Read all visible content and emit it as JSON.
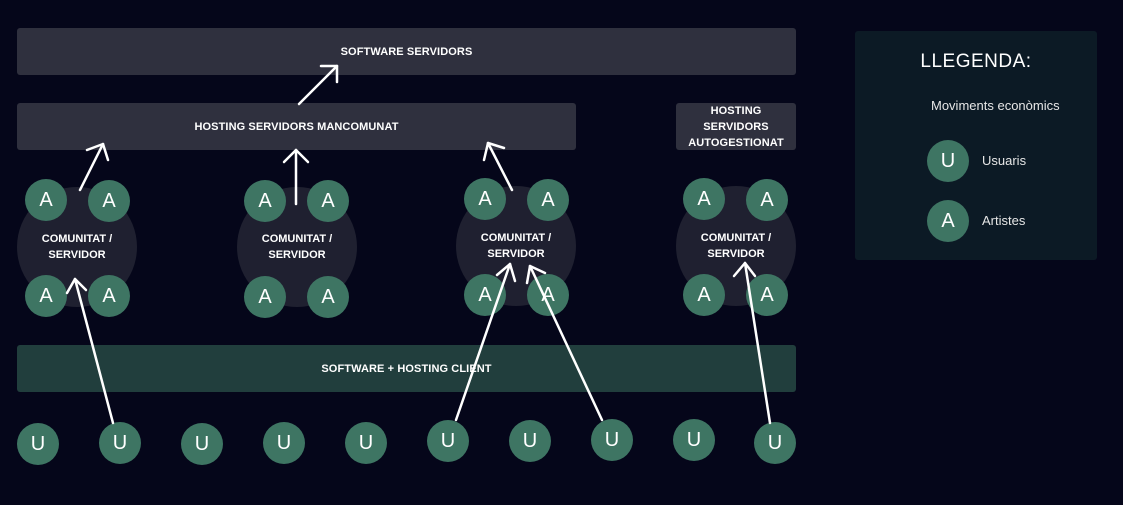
{
  "layers": {
    "software_servidors": "SOFTWARE SERVIDORS",
    "hosting_mancomunat": "HOSTING SERVIDORS MANCOMUNAT",
    "hosting_autogestionat": "HOSTING SERVIDORS AUTOGESTIONAT",
    "software_hosting_client": "SOFTWARE + HOSTING CLIENT"
  },
  "community_label": "COMUNITAT / SERVIDOR",
  "artist_letter": "A",
  "user_letter": "U",
  "legend": {
    "title": "LLEGENDA:",
    "items": [
      {
        "icon": "arrow-right-icon",
        "label": "Moviments econòmics"
      },
      {
        "icon": "user-badge-icon",
        "symbol": "U",
        "label": "Usuaris"
      },
      {
        "icon": "artist-badge-icon",
        "symbol": "A",
        "label": "Artistes"
      }
    ]
  },
  "colors": {
    "background": "#05061a",
    "layer_dark": "#2f303e",
    "layer_green": "#213e3d",
    "community": "#1f2030",
    "badge": "#3e7563",
    "legend_bg": "#0c1a25"
  }
}
